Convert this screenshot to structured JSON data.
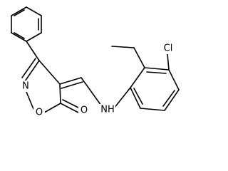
{
  "molecule": {
    "atoms": {
      "chlorine": "Cl",
      "amine": "NH",
      "ring_nitrogen": "N",
      "ring_oxygen": "O",
      "carbonyl_oxygen": "O"
    }
  }
}
